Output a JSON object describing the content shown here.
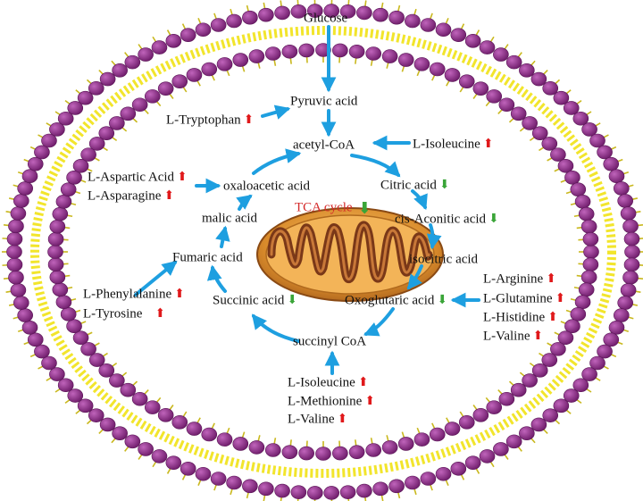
{
  "colors": {
    "lipid_head": "#8b2a86",
    "lipid_tail": "#f2e52c",
    "flow_arrow": "#1e9fe0",
    "increase": "#e0191b",
    "decrease": "#3aa538",
    "tca_label": "#d42a2a",
    "mito_outer": "#e0a040",
    "mito_inner": "#7a3818"
  },
  "labels": {
    "glucose": "Glucose",
    "pyruvic_acid": "Pyruvic acid",
    "acetyl_coa": "acetyl-CoA",
    "citric_acid": "Citric acid",
    "cis_aconitic_acid": "cis-Aconitic acid",
    "isocitric_acid": "isocitric acid",
    "oxoglutaric_acid": "Oxoglutaric acid",
    "succinyl_coa": "succinyl CoA",
    "succinic_acid": "Succinic acid",
    "fumaric_acid": "Fumaric acid",
    "malic_acid": "malic acid",
    "oxaloacetic_acid": "oxaloacetic acid",
    "tca_cycle": "TCA  cycle"
  },
  "amino_acids": {
    "tryptophan": "L-Tryptophan",
    "isoleucine_top": "L-Isoleucine",
    "aspartic_acid": "L-Aspartic Acid",
    "asparagine": "L-Asparagine",
    "phenylalanine": "L-Phenylalanine",
    "tyrosine": "L-Tyrosine",
    "arginine": "L-Arginine",
    "glutamine": "L-Glutamine",
    "histidine": "L-Histidine",
    "valine_right": "L-Valine",
    "isoleucine_bottom": "L-Isoleucine",
    "methionine": "L-Methionine",
    "valine_bottom": "L-Valine"
  },
  "icons": {
    "increase": "red-up-arrow-icon",
    "decrease": "green-down-arrow-icon"
  }
}
